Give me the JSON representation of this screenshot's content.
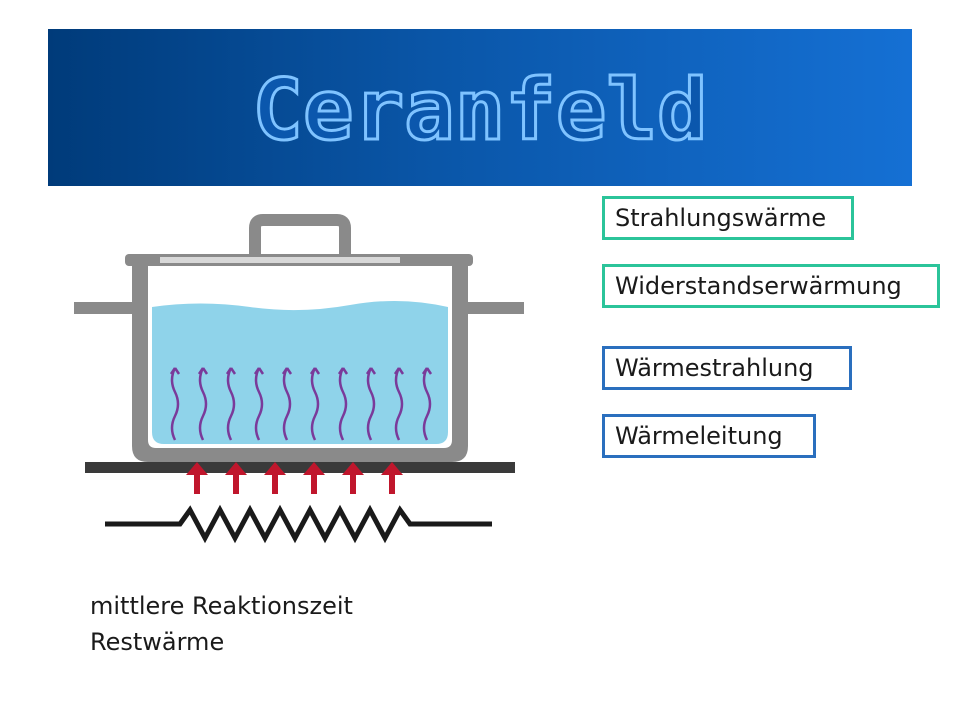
{
  "banner": {
    "title": "Ceranfeld"
  },
  "labels": {
    "strahlungswaerme": "Strahlungswärme",
    "widerstandserwaermung": "Widerstandserwärmung",
    "waermestrahlung": "Wärmestrahlung",
    "waermeleitung": "Wärmeleitung"
  },
  "notes": {
    "line1": "mittlere Reaktionszeit",
    "line2": "Restwärme"
  },
  "colors": {
    "banner_dark": "#003b7a",
    "banner_light": "#1570d4",
    "label_green": "#2bc49a",
    "label_blue": "#2a6fbe",
    "water": "#8fd3ea",
    "steam": "#7a3a9a",
    "heat_arrow": "#c0162c"
  }
}
